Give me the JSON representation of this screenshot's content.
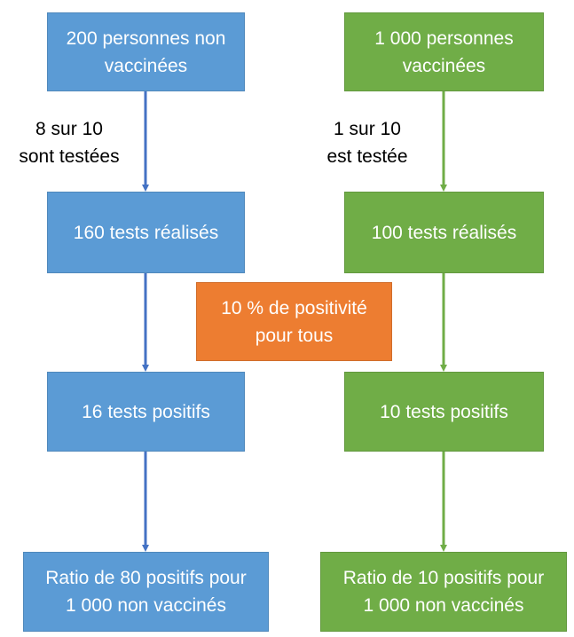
{
  "left_column": {
    "box1": "200 personnes non\nvaccinées",
    "label": "8 sur 10\nsont testées",
    "box2": "160 tests réalisés",
    "box3": "16 tests positifs",
    "box4": "Ratio de 80 positifs pour\n1 000 non vaccinés"
  },
  "right_column": {
    "box1": "1 000 personnes\nvaccinées",
    "label": "1 sur 10\nest testée",
    "box2": "100 tests réalisés",
    "box3": "10 tests positifs",
    "box4": "Ratio de 10 positifs pour\n1 000 non vaccinés"
  },
  "center_note": "10 % de positivité\npour tous",
  "colors": {
    "blue_box": "#5b9bd5",
    "blue_arrow": "#4472c4",
    "green_box": "#70ad47",
    "green_arrow": "#70ad47",
    "orange_box": "#ed7d31"
  }
}
